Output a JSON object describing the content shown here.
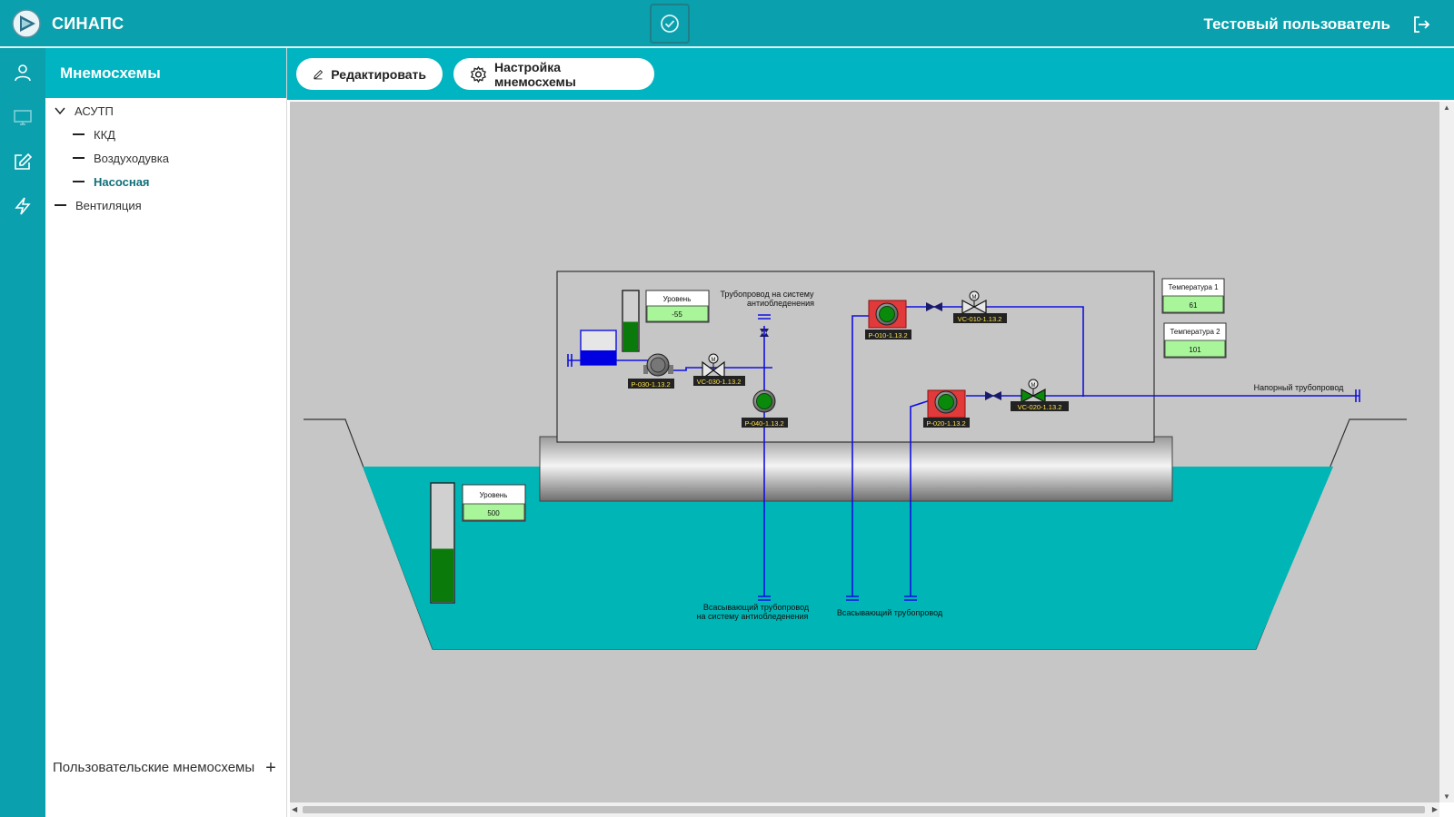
{
  "app": {
    "title": "СИНАПС",
    "user": "Тестовый пользователь"
  },
  "sidebar": {
    "title": "Мнемосхемы",
    "tree": [
      {
        "label": "АСУТП",
        "level": 0,
        "expanded": true
      },
      {
        "label": "ККД",
        "level": 1
      },
      {
        "label": "Воздуходувка",
        "level": 1
      },
      {
        "label": "Насосная",
        "level": 1,
        "active": true
      },
      {
        "label": "Вентиляция",
        "level": 0
      }
    ],
    "footer_label": "Пользовательские мнемосхемы"
  },
  "toolbar": {
    "edit_label": "Редактировать",
    "settings_label": "Настройка мнемосхемы"
  },
  "scheme": {
    "level_top": {
      "title": "Уровень",
      "value": "-55",
      "fill": 0.5
    },
    "level_pool": {
      "title": "Уровень",
      "value": "500",
      "fill": 0.45
    },
    "temp1": {
      "title": "Температура 1",
      "value": "61"
    },
    "temp2": {
      "title": "Температура 2",
      "value": "101"
    },
    "labels": {
      "antiice_top": [
        "Трубопровод на систему",
        "антиобледенения"
      ],
      "pressure": "Напорный трубопровод",
      "suction_antiice": [
        "Всасывающий трубопровод",
        "на систему антиобледенения"
      ],
      "suction": "Всасывающий трубопровод",
      "motor": "M"
    },
    "tags": {
      "p030": "P-030-1.13.2",
      "vc030": "VC-030-1.13.2",
      "p040": "P-040-1.13.2",
      "p010": "P-010-1.13.2",
      "vc010": "VC-010-1.13.2",
      "p020": "P-020-1.13.2",
      "vc020": "VC-020-1.13.2"
    }
  },
  "colors": {
    "brand": "#0aa0ad",
    "accent": "#00b4c2",
    "water": "#00b5b5",
    "pipe": "#1010e0",
    "pump_on": "#0a8a0a",
    "alarm": "#e23a3a",
    "value_bg": "#a8f59a"
  }
}
